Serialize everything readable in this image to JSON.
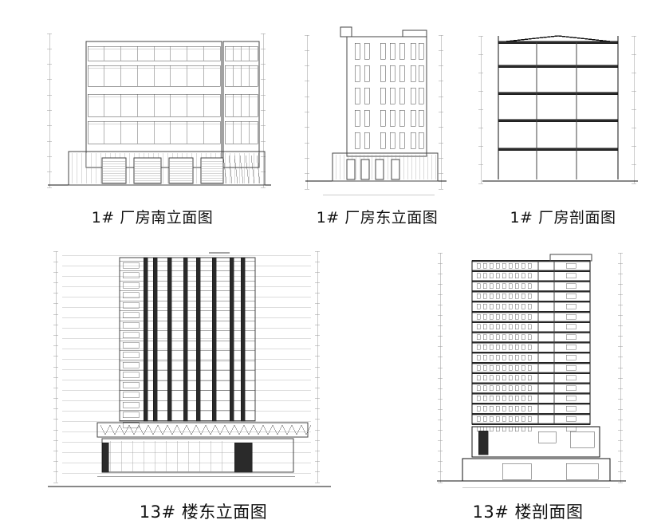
{
  "drawings": [
    {
      "id": "d1",
      "caption": "1# 厂房南立面图"
    },
    {
      "id": "d2",
      "caption": "1# 厂房东立面图"
    },
    {
      "id": "d3",
      "caption": "1# 厂房剖面图"
    },
    {
      "id": "d4",
      "caption": "13# 楼东立面图"
    },
    {
      "id": "d5",
      "caption": "13# 楼剖面图"
    }
  ],
  "colors": {
    "line": "#444444",
    "heavy": "#111111",
    "light": "#9a9a9a",
    "fill": "#2a2a2a"
  }
}
